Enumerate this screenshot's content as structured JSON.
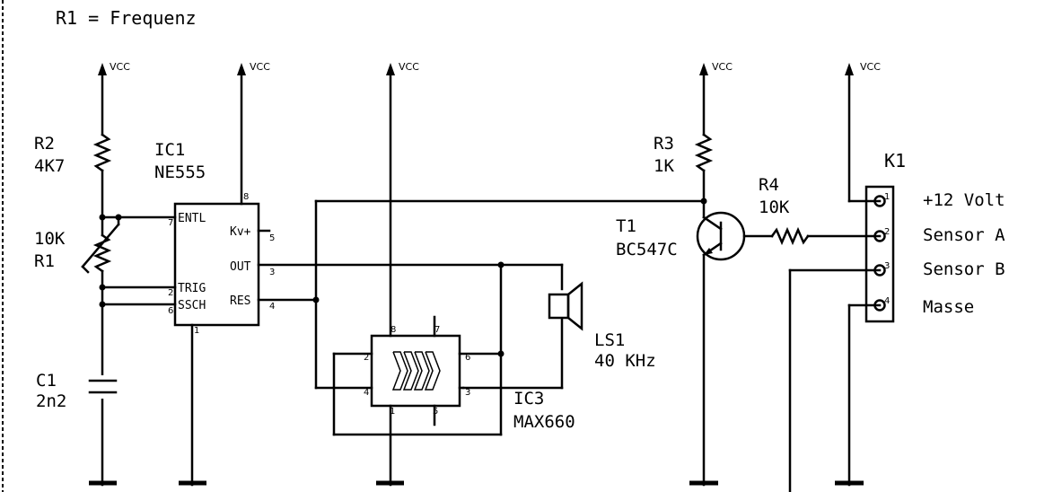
{
  "title": "R1 = Frequenz",
  "vcc": "VCC",
  "components": {
    "r2": {
      "ref": "R2",
      "value": "4K7"
    },
    "r1": {
      "ref": "R1",
      "value": "10K"
    },
    "c1": {
      "ref": "C1",
      "value": "2n2"
    },
    "ic1": {
      "ref": "IC1",
      "value": "NE555",
      "pins": {
        "entl": "ENTL",
        "trig": "TRIG",
        "ssch": "SSCH",
        "kv": "Kv+",
        "out": "OUT",
        "res": "RES"
      },
      "pin_numbers": {
        "p7": "7",
        "p2": "2",
        "p6": "6",
        "p8": "8",
        "p5": "5",
        "p3": "3",
        "p4": "4",
        "p1": "1"
      }
    },
    "ic3": {
      "ref": "IC3",
      "value": "MAX660",
      "pin_numbers": {
        "p8": "8",
        "p7": "7",
        "p2": "2",
        "p4": "4",
        "p6": "6",
        "p3": "3",
        "p1": "1",
        "p5": "5"
      }
    },
    "ls1": {
      "ref": "LS1",
      "value": "40 KHz"
    },
    "r3": {
      "ref": "R3",
      "value": "1K"
    },
    "r4": {
      "ref": "R4",
      "value": "10K"
    },
    "t1": {
      "ref": "T1",
      "value": "BC547C"
    },
    "k1": {
      "ref": "K1",
      "pins": [
        "+12 Volt",
        "Sensor A",
        "Sensor B",
        "Masse"
      ],
      "pin_numbers": [
        "1",
        "2",
        "3",
        "4"
      ]
    }
  }
}
